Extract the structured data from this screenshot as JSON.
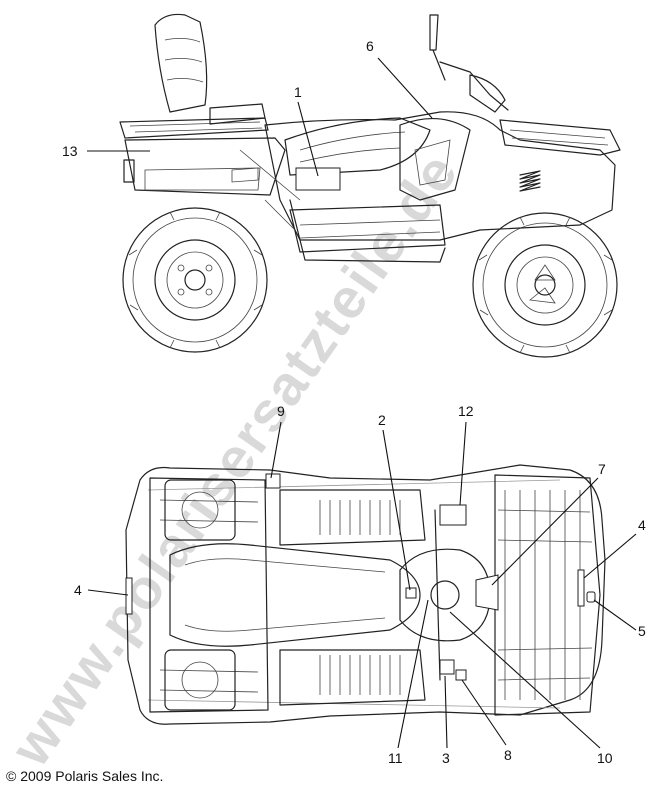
{
  "watermark": "www.polarisersatzteile.de",
  "copyright": "© 2009 Polaris Sales Inc.",
  "side_view_callouts": [
    "1",
    "6",
    "13"
  ],
  "top_view_callouts": [
    "9",
    "2",
    "12",
    "7",
    "4",
    "4",
    "5",
    "11",
    "3",
    "8",
    "10"
  ]
}
